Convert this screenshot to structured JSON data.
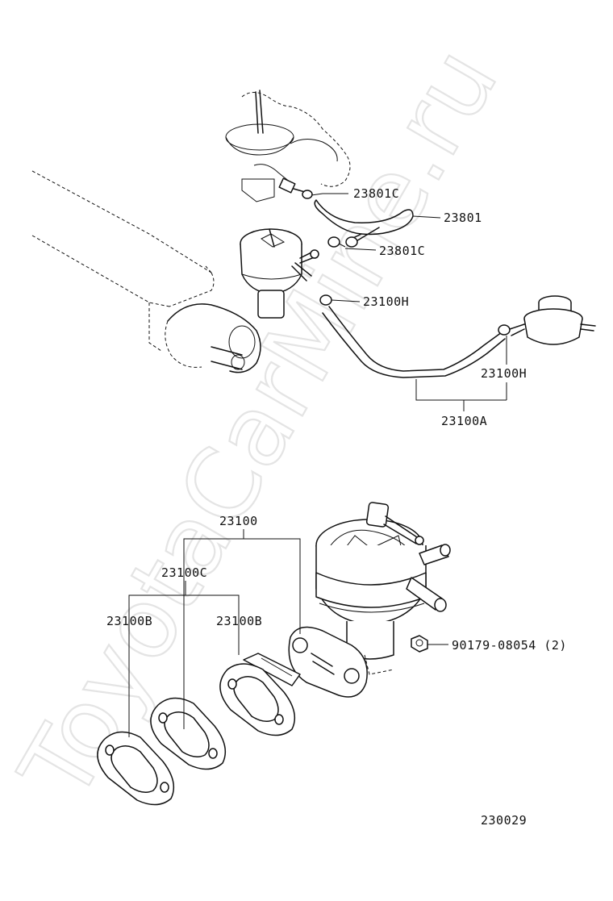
{
  "watermark": "ToyotaCarMine.ru",
  "labels": {
    "clamp_upper": "23801C",
    "hose_vacuum": "23801",
    "clamp_lower": "23801C",
    "clamp_pump": "23100H",
    "clamp_filter": "23100H",
    "hose_fuel": "23100A",
    "pump_assy": "23100",
    "gasket_c": "23100C",
    "gasket_b_left": "23100B",
    "gasket_b_right": "23100B",
    "nut": "90179-08054 (2)"
  },
  "diagram_code": "230029"
}
